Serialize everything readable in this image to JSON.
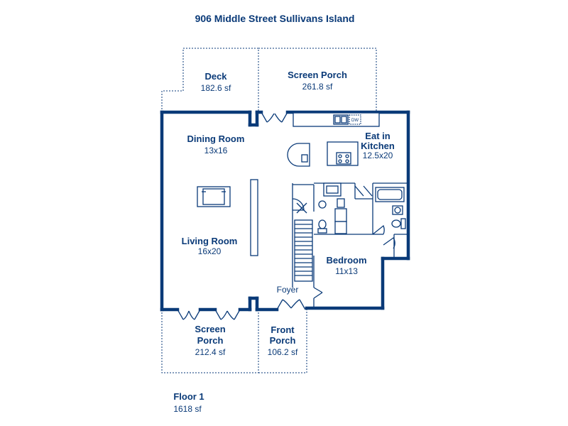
{
  "title": "906 Middle Street Sullivans Island",
  "rooms": {
    "deck": {
      "name": "Deck",
      "area": "182.6 sf"
    },
    "screen_porch_top": {
      "name": "Screen Porch",
      "area": "261.8 sf"
    },
    "dining_room": {
      "name": "Dining Room",
      "dims": "13x16"
    },
    "eat_in_kitchen": {
      "name_line1": "Eat in",
      "name_line2": "Kitchen",
      "dims": "12.5x20"
    },
    "living_room": {
      "name": "Living Room",
      "dims": "16x20"
    },
    "bedroom": {
      "name": "Bedroom",
      "dims": "11x13"
    },
    "foyer": {
      "name": "Foyer"
    },
    "screen_porch_bottom": {
      "name_line1": "Screen",
      "name_line2": "Porch",
      "area": "212.4 sf"
    },
    "front_porch": {
      "name_line1": "Front",
      "name_line2": "Porch",
      "area": "106.2 sf"
    }
  },
  "appliances": {
    "dishwasher": "DW"
  },
  "floor": {
    "name": "Floor 1",
    "area": "1618 sf"
  }
}
